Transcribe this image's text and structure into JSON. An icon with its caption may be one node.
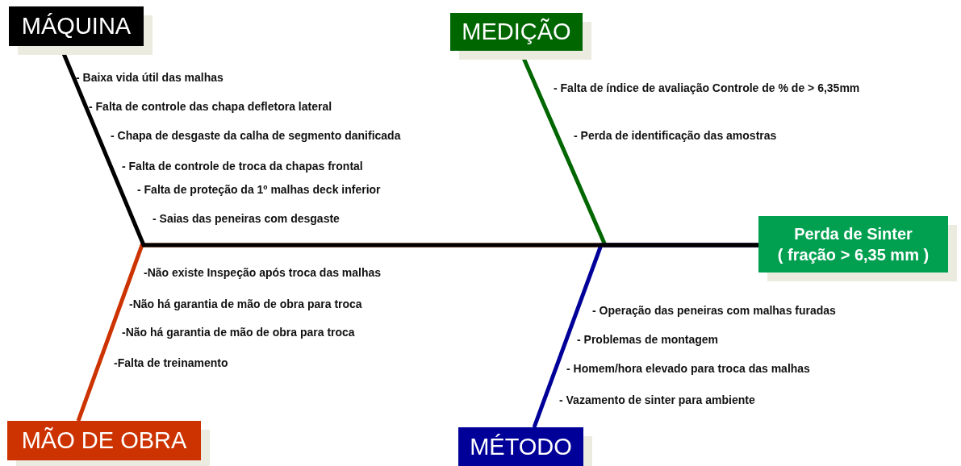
{
  "diagram": {
    "nodes": [
      {
        "text": [
          "MÁQUINA"
        ]
      },
      {
        "text": [
          "MEDIÇÃO"
        ]
      },
      {
        "text": [
          "Perda de Sinter",
          "( fração > 6,35 mm )"
        ]
      },
      {
        "text": [
          "MÃO DE OBRA"
        ]
      },
      {
        "text": [
          "MÉTODO"
        ]
      }
    ],
    "edges": [
      {
        "from": 1,
        "to": 2,
        "arrow": "none",
        "color": "#006600"
      },
      {
        "from": 3,
        "to": 2,
        "arrow": "none",
        "color": "#cc3300"
      },
      {
        "from": 4,
        "to": 2,
        "arrow": "none",
        "color": "#000099"
      },
      {
        "from": 0,
        "to": 2,
        "arrow": "none",
        "color": "#000000"
      }
    ],
    "labels": [
      "- Baixa vida útil das malhas",
      "- Falta de controle das chapa defletora lateral",
      "- Chapa de desgaste da calha de segmento danificada",
      "- Falta de controle de troca da chapas frontal",
      "- Falta de proteção da 1º malhas deck inferior",
      "- Saias das peneiras com desgaste",
      "- Falta de índice de avaliação Controle de % de > 6,35mm",
      "- Perda de identificação das amostras",
      "-Não existe Inspeção após troca das malhas",
      "-Não há garantia de mão de obra para troca",
      "-Não há garantia de mão de obra para troca",
      "-Falta de treinamento",
      "- Operação das peneiras com malhas furadas",
      "- Problemas de montagem",
      "- Homem/hora elevado para troca das malhas",
      "- Vazamento de sinter para ambiente"
    ]
  }
}
